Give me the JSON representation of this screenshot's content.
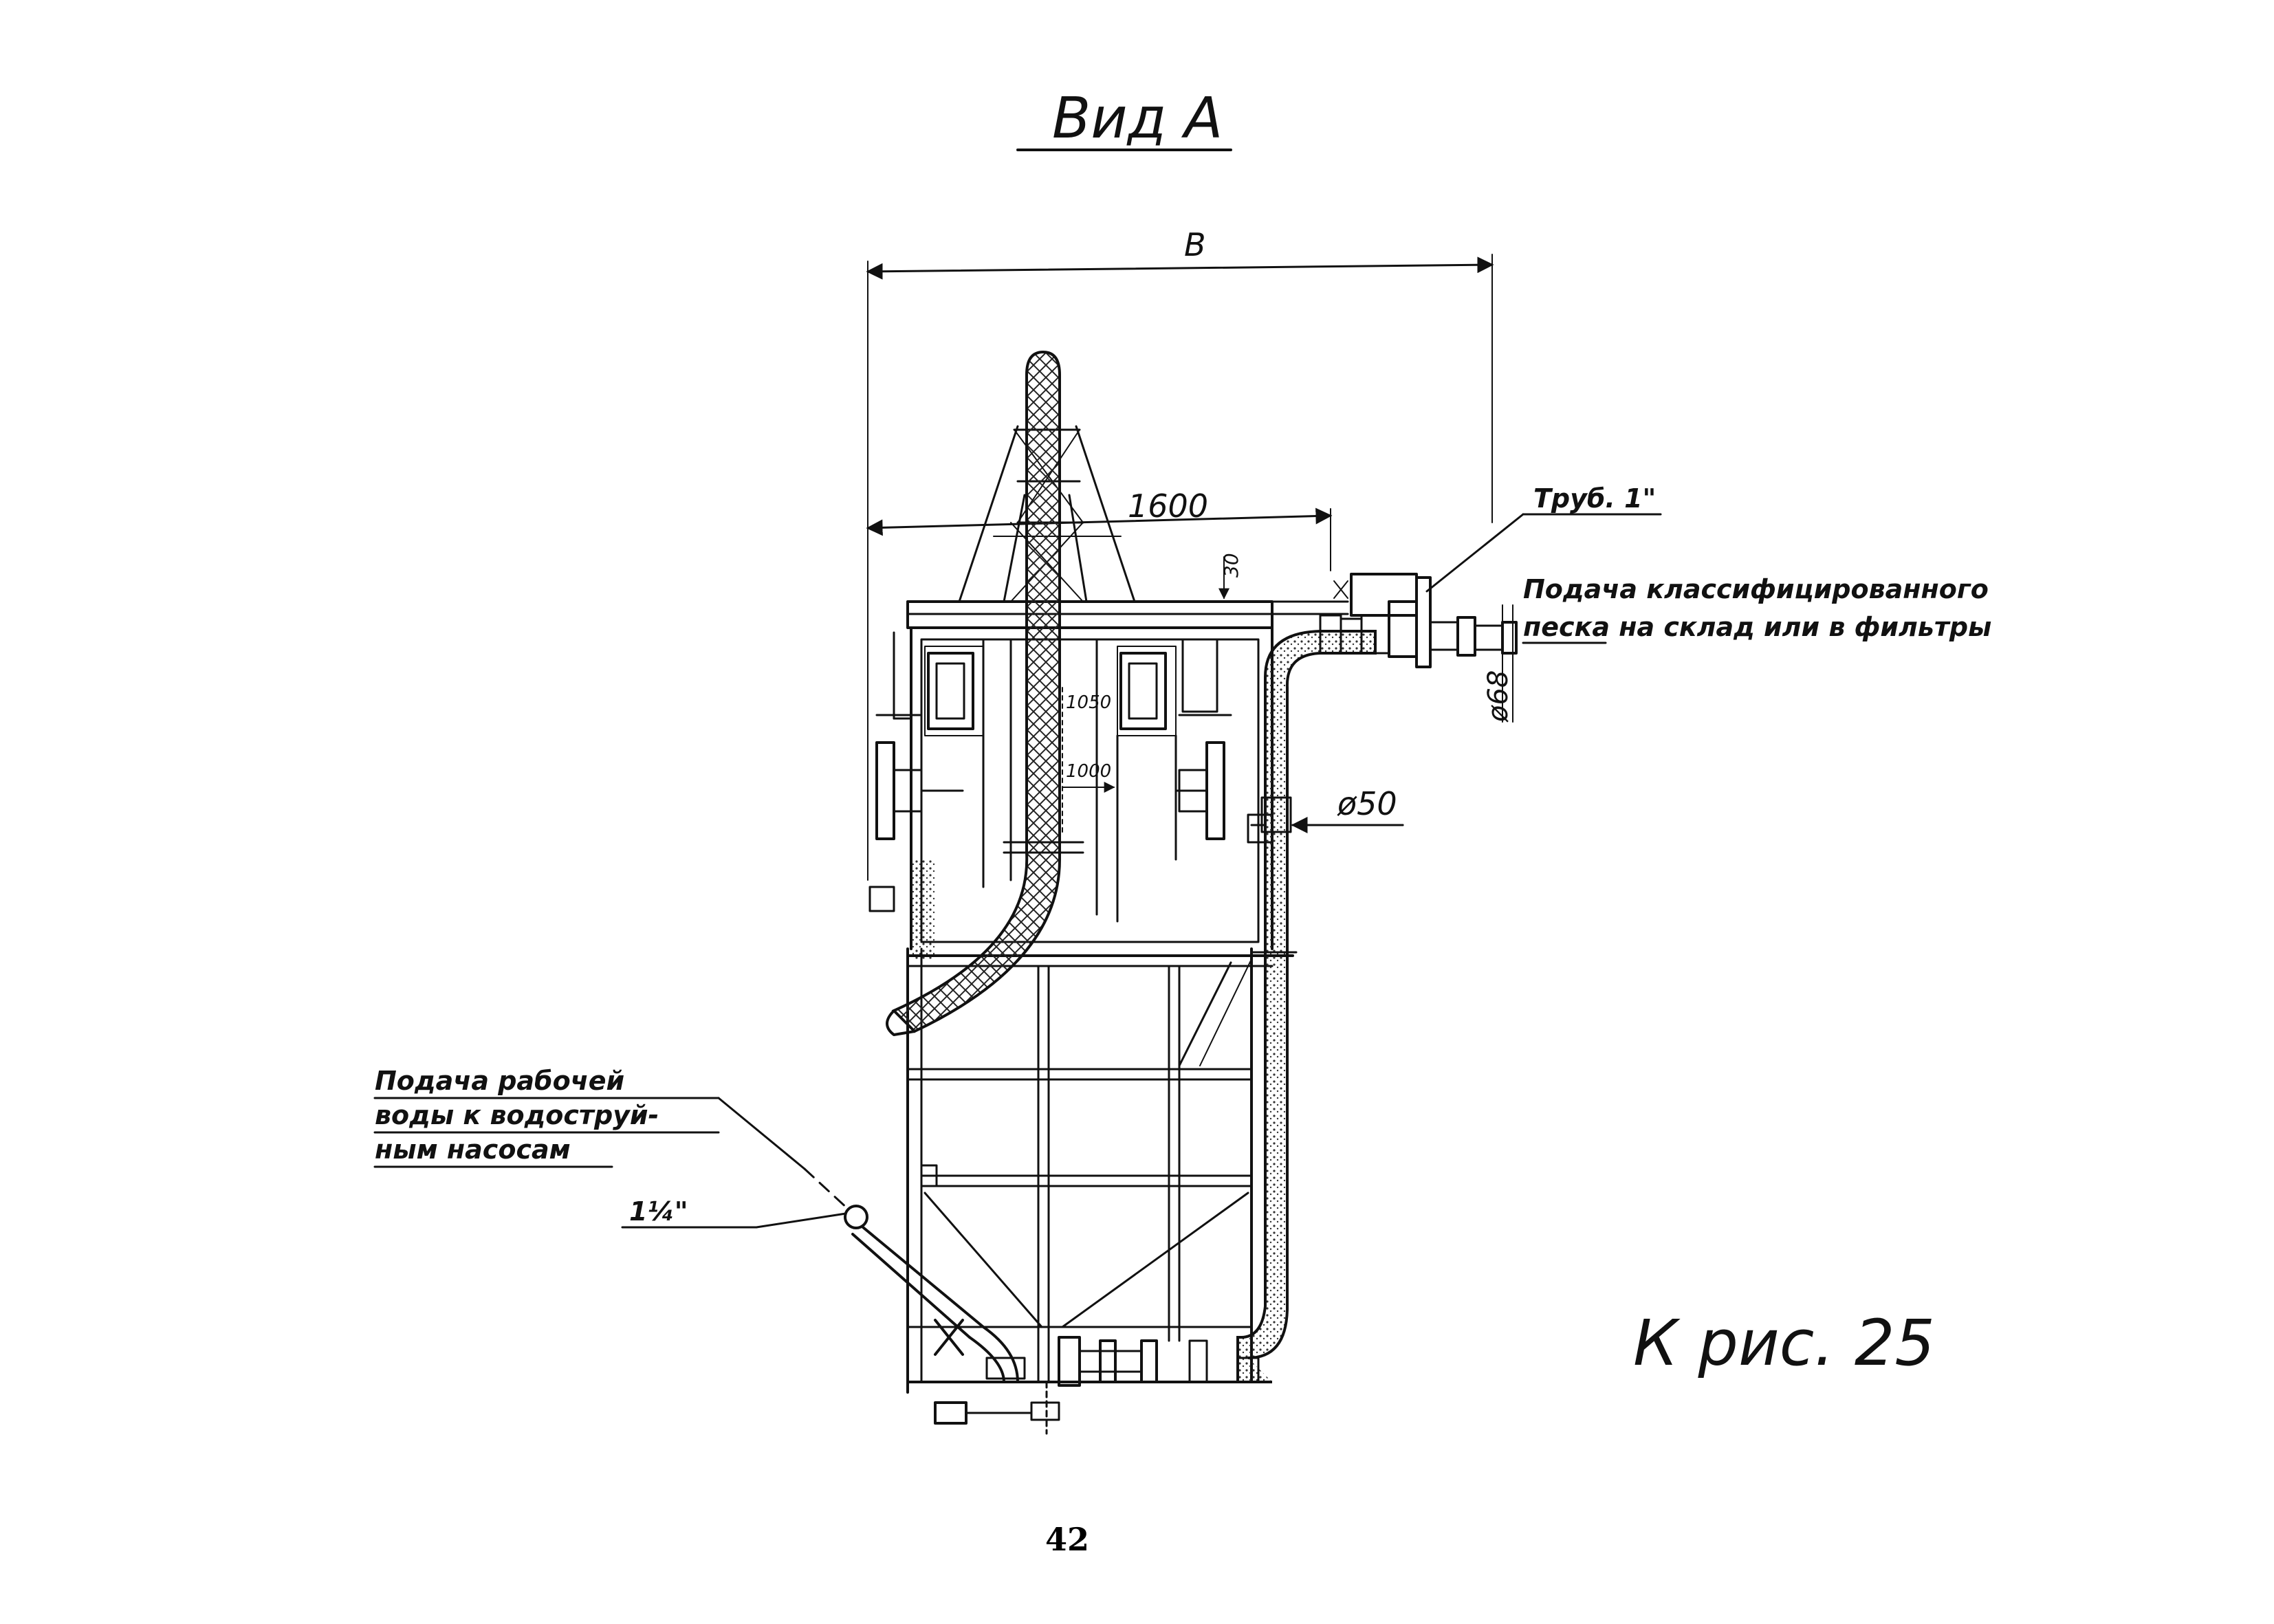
{
  "title": "Вид А",
  "dimensions": {
    "overall_width": "В",
    "top_width": "1600",
    "small_30": "30",
    "inner_1050": "1050",
    "inner_1000": "1000",
    "pipe_50": "ø50",
    "pipe_68": "ø68"
  },
  "notes": {
    "pipe_label": "Труб. 1\"",
    "classified_sand_line1": "Подача классифицированного",
    "classified_sand_line2": "песка на склад или в фильтры",
    "working_water_line1": "Подача рабочей",
    "working_water_line2": "воды к водоструй-",
    "working_water_line3": "ным насосам",
    "water_pipe_size": "1¼\""
  },
  "caption": "К рис. 25",
  "page_number": "42"
}
